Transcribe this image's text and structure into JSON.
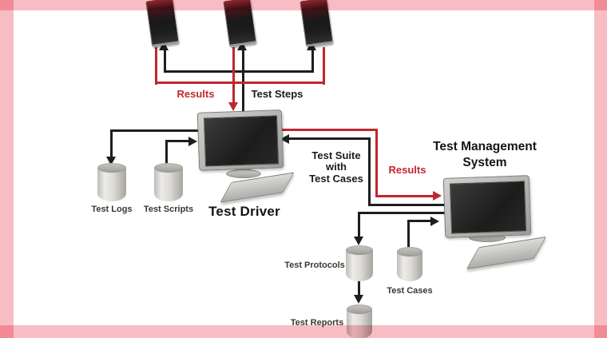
{
  "labels": {
    "results_top": "Results",
    "test_steps": "Test Steps",
    "test_driver": "Test Driver",
    "test_logs": "Test Logs",
    "test_scripts": "Test Scripts",
    "test_suite_line1": "Test Suite",
    "test_suite_line2": "with",
    "test_suite_line3": "Test Cases",
    "results_right": "Results",
    "tms_line1": "Test Management",
    "tms_line2": "System",
    "test_protocols": "Test Protocols",
    "test_cases": "Test Cases",
    "test_reports": "Test Reports"
  },
  "colors": {
    "border_pink": "#f8bdc4",
    "arrow_red": "#bf2730",
    "line_black": "#1e1e1e",
    "red_text": "#c5262e"
  }
}
